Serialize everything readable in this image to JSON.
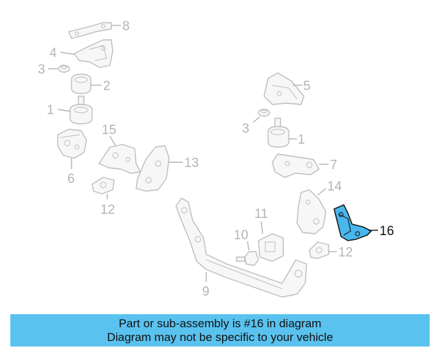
{
  "callouts": {
    "c1a": "1",
    "c1b": "1",
    "c2": "2",
    "c3a": "3",
    "c3b": "3",
    "c4": "4",
    "c5": "5",
    "c6": "6",
    "c7": "7",
    "c8": "8",
    "c9": "9",
    "c10": "10",
    "c11": "11",
    "c12a": "12",
    "c12b": "12",
    "c13": "13",
    "c14": "14",
    "c15": "15",
    "c16": "16"
  },
  "highlight": {
    "part_number": "16",
    "fill_color": "#49b7ee"
  },
  "banner": {
    "line1": "Part or sub-assembly is #16 in diagram",
    "line2": "Diagram may not be specific to your vehicle",
    "background": "#5ac2ee"
  }
}
